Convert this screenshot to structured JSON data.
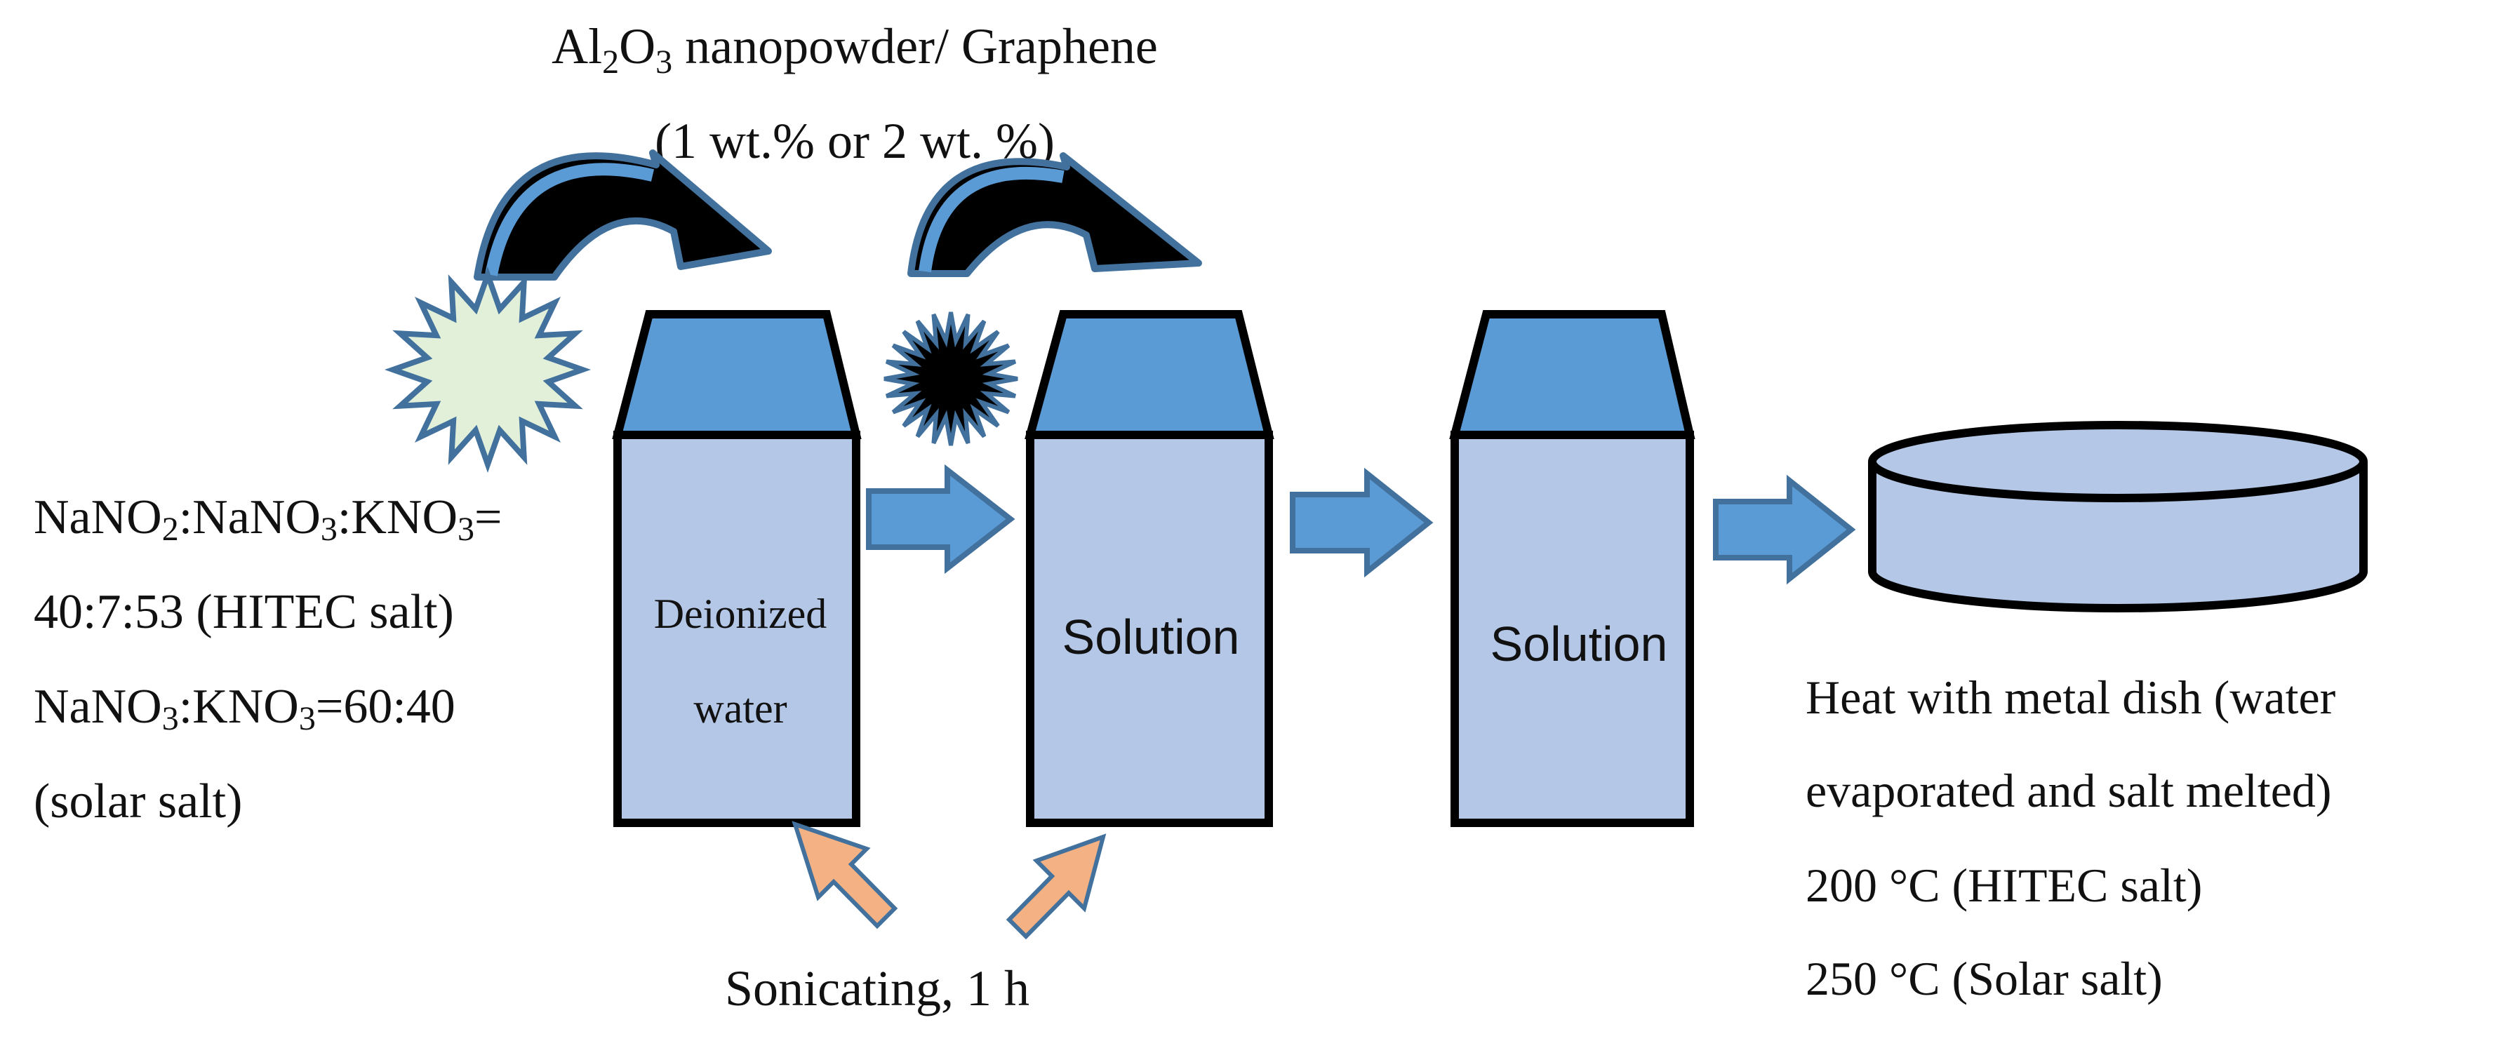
{
  "title": {
    "additive_prefix": "Al",
    "additive_sub1": "2",
    "additive_mid": "O",
    "additive_sub2": "3",
    "additive_rest": " nanopowder/ Graphene",
    "concentration": "(1 wt.% or 2 wt. %)"
  },
  "left_text": {
    "line1_a": "NaNO",
    "line1_sub_a": "2",
    "line1_b": ":NaNO",
    "line1_sub_b": "3",
    "line1_c": ":KNO",
    "line1_sub_c": "3",
    "line1_d": "=",
    "line2": "40:7:53 (HITEC salt)",
    "line3_a": "NaNO",
    "line3_sub_a": "3",
    "line3_b": ":KNO",
    "line3_sub_b": "3",
    "line3_c": "=60:40",
    "line4": "(solar salt)"
  },
  "containers": {
    "c1_line1": "Deionized",
    "c1_line2": "water",
    "c2": "Solution",
    "c3": "Solution"
  },
  "bottom_label": "Sonicating, 1 h",
  "right_text": {
    "line1": "Heat with metal dish (water",
    "line2": "evaporated and salt melted)",
    "line3": "200 °C (HITEC salt)",
    "line4": "250 °C (Solar salt)"
  },
  "colors": {
    "container_body": "#b4c7e7",
    "container_lid": "#5b9bd5",
    "outline": "#000000",
    "flow_arrow": "#5b9bd5",
    "flow_arrow_edge": "#41719c",
    "sonic_arrow": "#f4b183",
    "salt_burst": "#e2f0d9",
    "graphene_burst": "#000000"
  }
}
